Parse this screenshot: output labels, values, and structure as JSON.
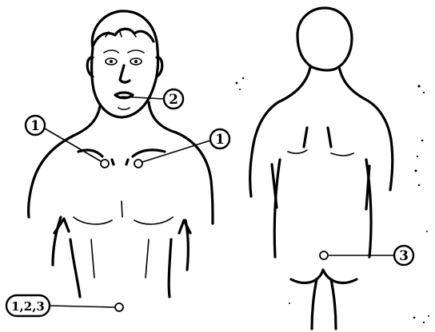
{
  "figure": {
    "front_view": {
      "callouts": [
        {
          "id": "left-clavicle",
          "label": "1"
        },
        {
          "id": "right-clavicle",
          "label": "1"
        },
        {
          "id": "mouth",
          "label": "2"
        },
        {
          "id": "legend-point",
          "label": "1,2,3"
        }
      ]
    },
    "back_view": {
      "callouts": [
        {
          "id": "lower-back",
          "label": "3"
        }
      ]
    }
  },
  "colors": {
    "ink": "#000000",
    "paper": "#ffffff"
  }
}
